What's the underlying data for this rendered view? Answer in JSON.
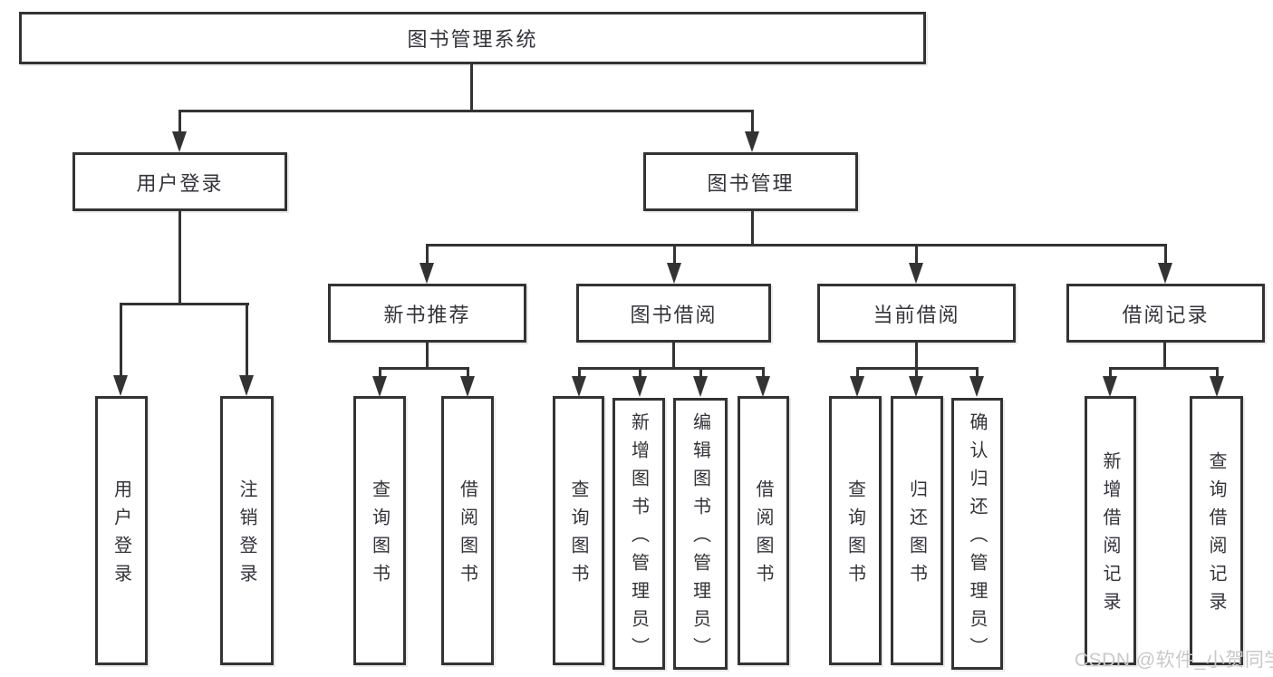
{
  "diagram": {
    "root": {
      "label": "图书管理系统",
      "children": [
        {
          "label": "用户登录",
          "children": [
            {
              "label": "用户登录"
            },
            {
              "label": "注销登录"
            }
          ]
        },
        {
          "label": "图书管理",
          "children": [
            {
              "label": "新书推荐",
              "children": [
                {
                  "label": "查询图书"
                },
                {
                  "label": "借阅图书"
                }
              ]
            },
            {
              "label": "图书借阅",
              "children": [
                {
                  "label": "查询图书"
                },
                {
                  "label": "新增图书（管理员）"
                },
                {
                  "label": "编辑图书（管理员）"
                },
                {
                  "label": "借阅图书"
                }
              ]
            },
            {
              "label": "当前借阅",
              "children": [
                {
                  "label": "查询图书"
                },
                {
                  "label": "归还图书"
                },
                {
                  "label": "确认归还（管理员）"
                }
              ]
            },
            {
              "label": "借阅记录",
              "children": [
                {
                  "label": "新增借阅记录"
                },
                {
                  "label": "查询借阅记录"
                }
              ]
            }
          ]
        }
      ]
    }
  },
  "watermark": {
    "text": "CSDN @软件_小贺同学"
  },
  "colors": {
    "line": "#333333",
    "text": "#33333a",
    "watermark": "#c9c9c9",
    "background": "#ffffff"
  }
}
